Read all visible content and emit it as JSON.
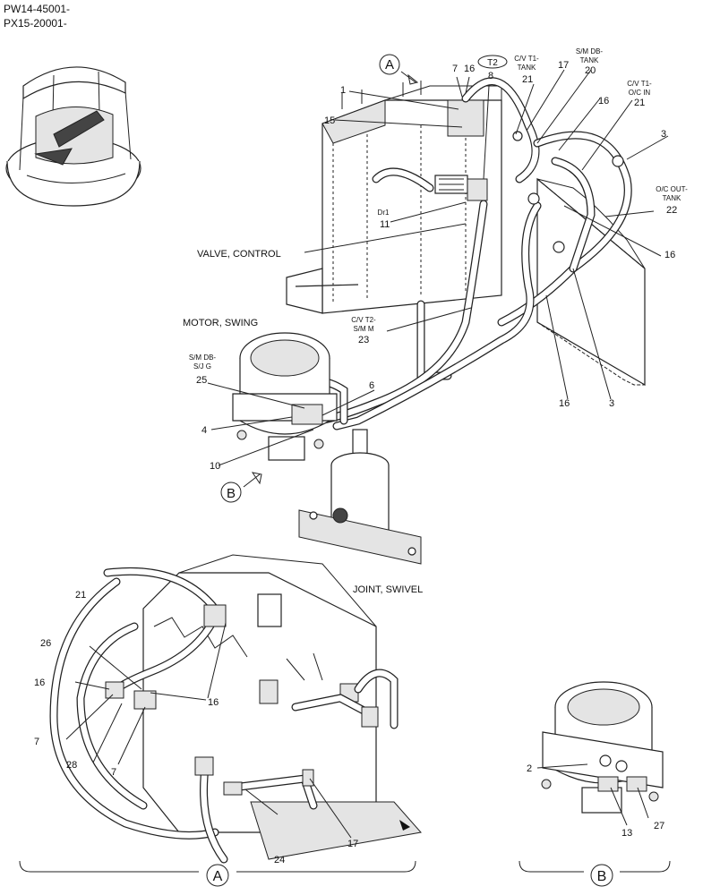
{
  "serials": [
    "PW14-45001-",
    "PX15-20001-"
  ],
  "views": {
    "a": "A",
    "b": "B"
  },
  "components": {
    "valve_control": "VALVE, CONTROL",
    "motor_swing": "MOTOR, SWING",
    "joint_swivel": "JOINT, SWIVEL"
  },
  "port_labels": {
    "t2": "T2",
    "cv_t1_tank": [
      "C/V T1-",
      "TANK"
    ],
    "sm_db_tank": [
      "S/M DB-",
      "TANK"
    ],
    "cv_t1_oc_in": [
      "C/V T1-",
      "O/C IN"
    ],
    "oc_out_tank": [
      "O/C OUT-",
      "TANK"
    ],
    "dr1": "Dr1",
    "cv_t2_sm_m": [
      "C/V T2-",
      "S/M M"
    ],
    "sm_db_sj_g": [
      "S/M DB-",
      "S/J G"
    ]
  },
  "callouts": {
    "main": [
      "7",
      "16",
      "8",
      "17",
      "20",
      "21",
      "1",
      "15",
      "16",
      "21",
      "3",
      "22",
      "11",
      "16",
      "23",
      "25",
      "6",
      "4",
      "10",
      "16",
      "3"
    ],
    "view_a": [
      "21",
      "26",
      "16",
      "7",
      "28",
      "7",
      "16",
      "24",
      "17"
    ],
    "view_b": [
      "2",
      "13",
      "27"
    ]
  }
}
